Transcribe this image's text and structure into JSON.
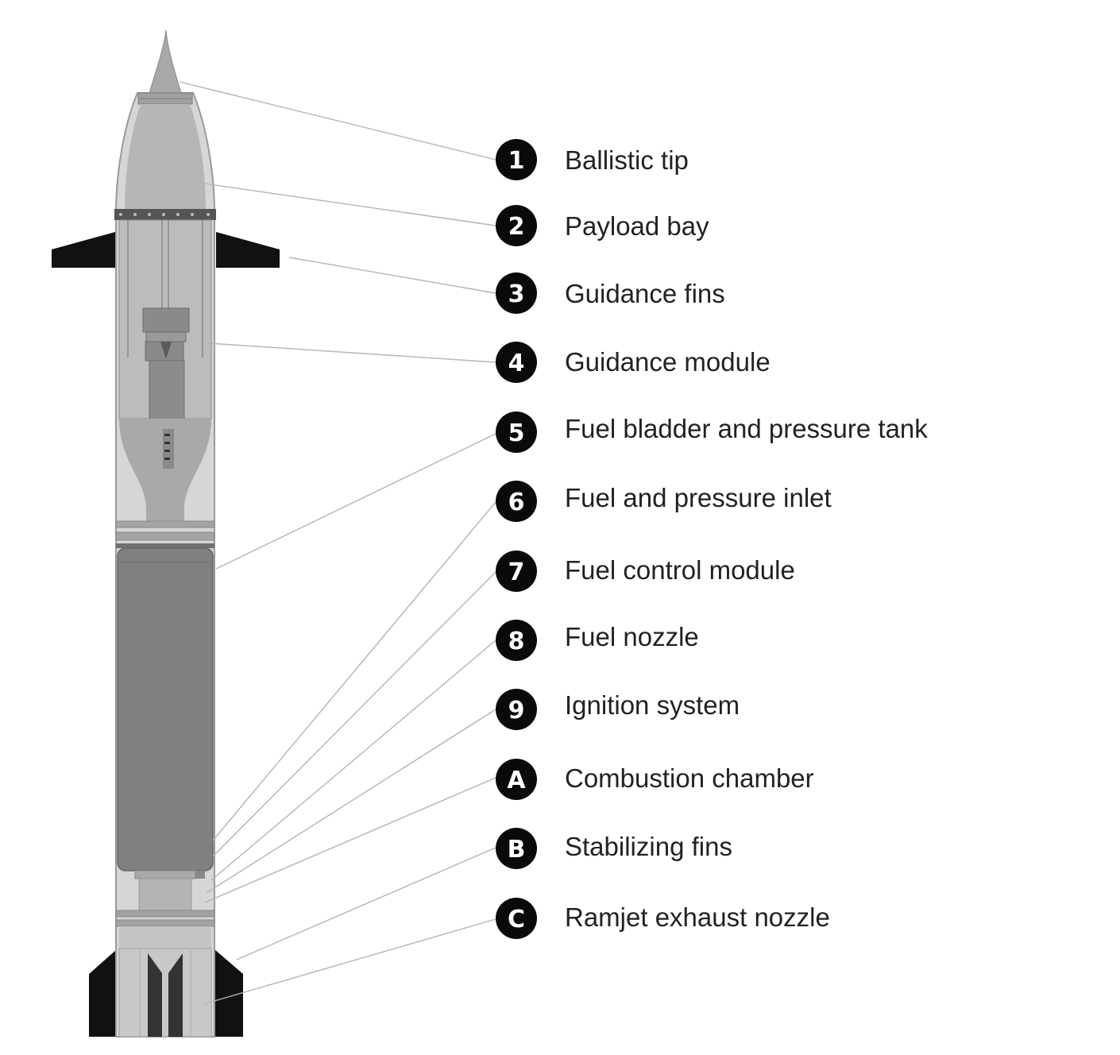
{
  "parts": [
    {
      "badge": "1",
      "label": "Ballistic tip"
    },
    {
      "badge": "2",
      "label": "Payload bay"
    },
    {
      "badge": "3",
      "label": "Guidance fins"
    },
    {
      "badge": "4",
      "label": "Guidance module"
    },
    {
      "badge": "5",
      "label": "Fuel bladder and pressure tank"
    },
    {
      "badge": "6",
      "label": "Fuel and pressure inlet"
    },
    {
      "badge": "7",
      "label": "Fuel control module"
    },
    {
      "badge": "8",
      "label": "Fuel nozzle"
    },
    {
      "badge": "9",
      "label": "Ignition system"
    },
    {
      "badge": "A",
      "label": "Combustion chamber"
    },
    {
      "badge": "B",
      "label": "Stabilizing fins"
    },
    {
      "badge": "C",
      "label": "Ramjet exhaust nozzle"
    }
  ]
}
